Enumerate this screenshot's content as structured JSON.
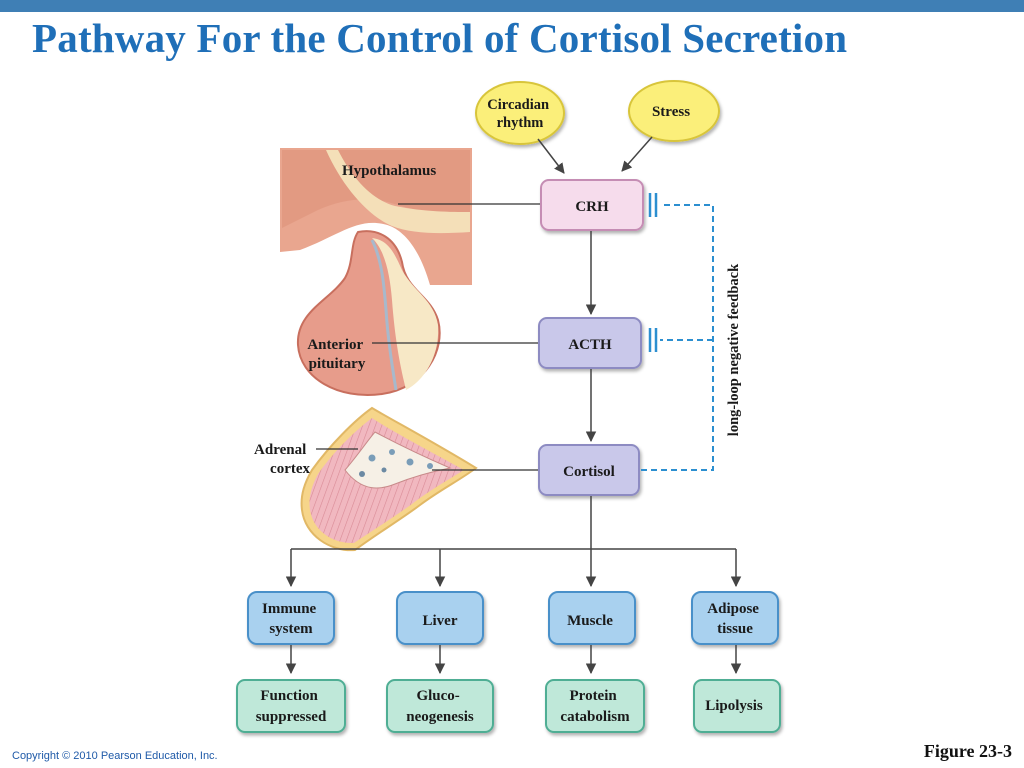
{
  "title": "Pathway For the Control of Cortisol Secretion",
  "stimuli": {
    "circadian": [
      "Circadian",
      "rhythm"
    ],
    "stress": "Stress"
  },
  "hormones": {
    "crh": "CRH",
    "acth": "ACTH",
    "cortisol": "Cortisol"
  },
  "anatomy": {
    "hypothalamus": "Hypothalamus",
    "pituitary": [
      "Anterior",
      "pituitary"
    ],
    "adrenal": [
      "Adrenal",
      "cortex"
    ]
  },
  "feedback_label": "long-loop negative feedback",
  "targets": [
    {
      "tissue": [
        "Immune",
        "system"
      ],
      "effect": [
        "Function",
        "suppressed"
      ]
    },
    {
      "tissue": [
        "Liver"
      ],
      "effect": [
        "Gluco-",
        "neogenesis"
      ]
    },
    {
      "tissue": [
        "Muscle"
      ],
      "effect": [
        "Protein",
        "catabolism"
      ]
    },
    {
      "tissue": [
        "Adipose",
        "tissue"
      ],
      "effect": [
        "Lipolysis"
      ]
    }
  ],
  "footer": {
    "copyright": "Copyright © 2010 Pearson Education, Inc.",
    "figure": "Figure 23-3"
  },
  "colors": {
    "title": "#1f6fb8",
    "top_bar": "#3f7fb5",
    "stimulus_fill": "#fbef7a",
    "crh_fill": "#f6dcec",
    "hormone_fill": "#c9c8ea",
    "tissue_fill": "#a9d1ef",
    "effect_fill": "#bfe8d9",
    "feedback": "#2c8fd0"
  }
}
